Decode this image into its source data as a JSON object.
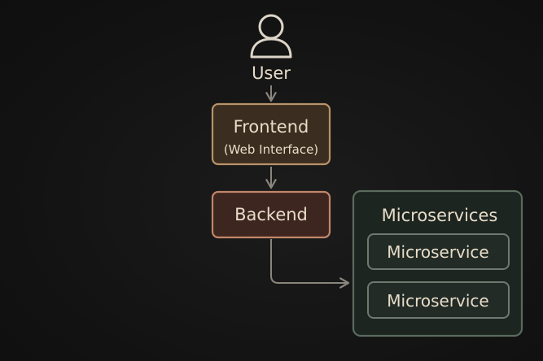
{
  "nodes": {
    "user": {
      "label": "User",
      "icon": "user-icon"
    },
    "frontend": {
      "title": "Frontend",
      "subtitle": "(Web Interface)"
    },
    "backend": {
      "title": "Backend"
    },
    "microservices_group": {
      "title": "Microservices",
      "items": [
        "Microservice",
        "Microservice"
      ]
    }
  },
  "colors": {
    "background": "#141414",
    "text": "#e8dcc8",
    "arrow": "#8a857d",
    "user_icon": "#ddd5c8",
    "frontend_fill": "#3b2d1f",
    "frontend_border": "#b9926a",
    "backend_fill": "#3e2620",
    "backend_border": "#c2866a",
    "group_fill": "#1c2520",
    "group_border": "#5b6b5e",
    "item_fill": "#222b26",
    "item_border": "#6e7a70"
  }
}
